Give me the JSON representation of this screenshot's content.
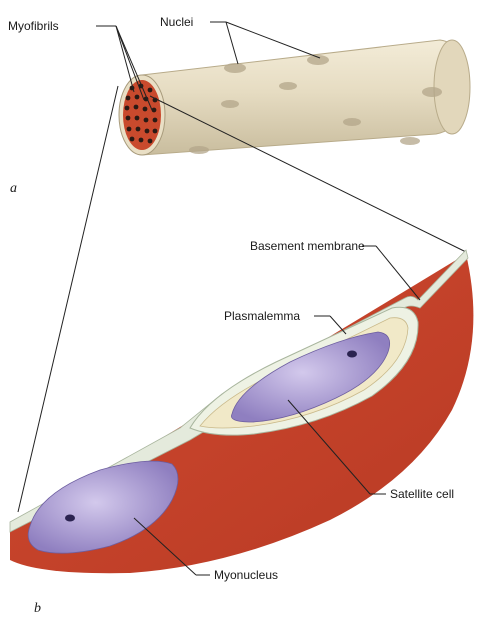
{
  "labels": {
    "myofibrils": "Myofibrils",
    "nuclei": "Nuclei",
    "basement_membrane": "Basement membrane",
    "plasmalemma": "Plasmalemma",
    "satellite_cell": "Satellite cell",
    "myonucleus": "Myonucleus"
  },
  "panels": {
    "a": "a",
    "b": "b"
  },
  "colors": {
    "fiber_tan": "#e6dcc2",
    "muscle_red": "#c8452c",
    "nucleus_purple": "#b3a4d6",
    "satellite_cytoplasm": "#f1e9c8"
  }
}
